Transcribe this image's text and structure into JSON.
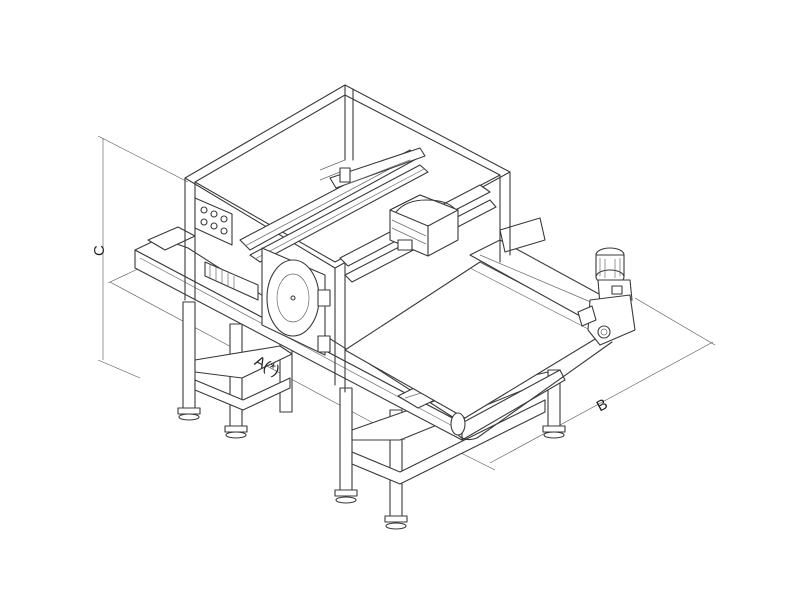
{
  "diagram": {
    "dimension_labels": {
      "a": "A(*)",
      "b": "B",
      "c": "C"
    }
  }
}
